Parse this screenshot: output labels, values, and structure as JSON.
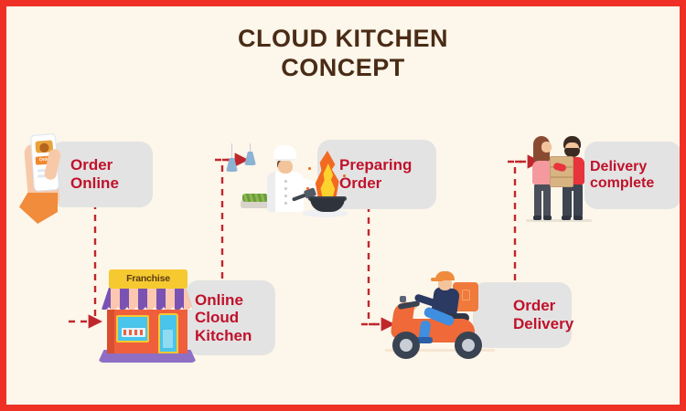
{
  "poster": {
    "title_line1": "CLOUD KITCHEN",
    "title_line2": "CONCEPT",
    "border_color": "#ee3124",
    "background_color": "#fdf6ea",
    "card_color": "#e3e3e3",
    "label_color": "#c0122b",
    "title_color": "#4a2c16",
    "arrow_color": "#c0272d"
  },
  "steps": [
    {
      "id": "order-online",
      "label": "Order\nOnline",
      "illustration": "hand-holding-phone-icon",
      "phone_button_text": "Order"
    },
    {
      "id": "online-cloud-kitchen",
      "label": "Online\nCloud\nKitchen",
      "illustration": "storefront-icon",
      "shop_sign_text": "Franchise"
    },
    {
      "id": "preparing-order",
      "label": "Preparing\nOrder",
      "illustration": "chef-cooking-icon"
    },
    {
      "id": "order-delivery",
      "label": "Order\nDelivery",
      "illustration": "delivery-scooter-icon"
    },
    {
      "id": "delivery-complete",
      "label": "Delivery\ncomplete",
      "illustration": "couple-receiving-parcel-icon"
    }
  ]
}
